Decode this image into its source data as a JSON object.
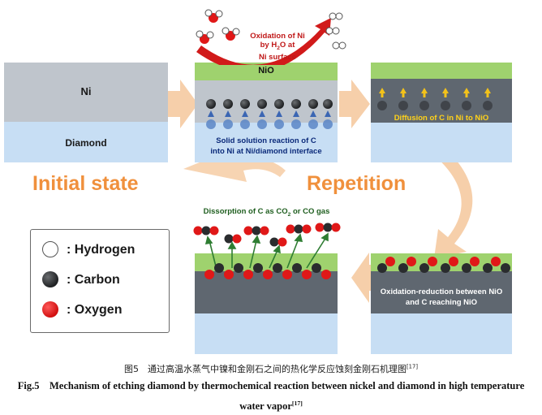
{
  "labels": {
    "ni": "Ni",
    "diamond": "Diamond",
    "nio": "NiO",
    "oxidation_line1": "Oxidation of Ni",
    "oxidation_line2_pre": "by H",
    "oxidation_line2_sub": "2",
    "oxidation_line2_post": "O at",
    "oxidation_line3": "Ni surface",
    "solid_solution_line1": "Solid solution reaction of C",
    "solid_solution_line2": "into Ni at Ni/diamond interface",
    "diffusion": "Diffusion of C in Ni to NiO",
    "initial_state": "Initial state",
    "repetition": "Repetition",
    "dissorption_pre": "Dissorption of C as CO",
    "dissorption_sub": "2",
    "dissorption_post": " or CO gas",
    "oxred_line1": "Oxidation-reduction between NiO",
    "oxred_line2": "and C reaching NiO"
  },
  "legend": {
    "hydrogen": ": Hydrogen",
    "carbon": ": Carbon",
    "oxygen": ": Oxygen"
  },
  "caption": {
    "cn": "图5　通过高温水蒸气中镍和金刚石之间的热化学反应蚀刻金刚石机理图",
    "cn_ref": "[17]",
    "en_line1": "Fig.5　Mechanism of etching diamond by thermochemical reaction between nickel and diamond in high temperature",
    "en_line2": "water vapor",
    "en_ref": "[17]"
  },
  "colors": {
    "ni": "#bfc5cc",
    "diamond": "#c7def4",
    "nio": "#9fd26e",
    "ni_dark": "#5f6770",
    "accent_orange": "#f0903c",
    "oxygen": "#e01818",
    "carbon": "#2a2c2e",
    "arrow_yellow": "#f3c21a",
    "arrow_green": "#2e7d32",
    "text_blue": "#0b2a7a",
    "text_yellow": "#ffd21a",
    "text_green": "#1f5e1f"
  }
}
